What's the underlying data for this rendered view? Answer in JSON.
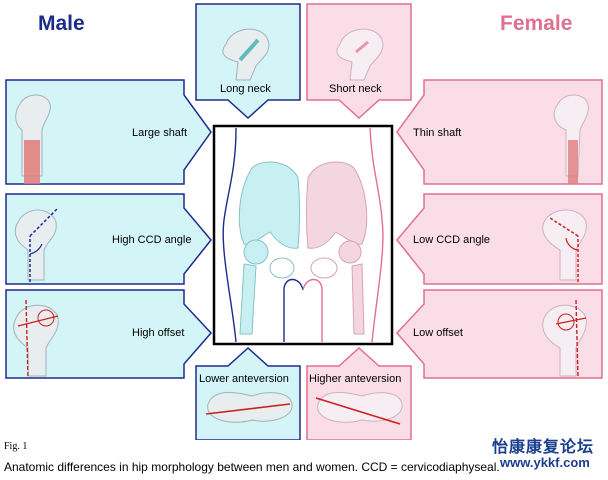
{
  "headings": {
    "male": "Male",
    "female": "Female"
  },
  "colors": {
    "male_accent": "#1b2c8c",
    "female_accent": "#e07090",
    "male_fill": "#d4f5f7",
    "female_fill": "#fbdde8",
    "watermark": "#1b3f8f"
  },
  "male_panels": [
    {
      "label": "Large shaft"
    },
    {
      "label": "High CCD angle"
    },
    {
      "label": "High offset"
    }
  ],
  "female_panels": [
    {
      "label": "Thin shaft"
    },
    {
      "label": "Low CCD angle"
    },
    {
      "label": "Low offset"
    }
  ],
  "top_panels": {
    "male": "Long neck",
    "female": "Short neck"
  },
  "bottom_panels": {
    "male": "Lower anteversion",
    "female": "Higher anteversion"
  },
  "caption": {
    "fig": "Fig. 1",
    "text": "Anatomic differences in hip morphology between men and women. CCD = cervicodiaphyseal."
  },
  "watermark": {
    "line1": "怡康康复论坛",
    "line2": "www.ykkf.com"
  }
}
